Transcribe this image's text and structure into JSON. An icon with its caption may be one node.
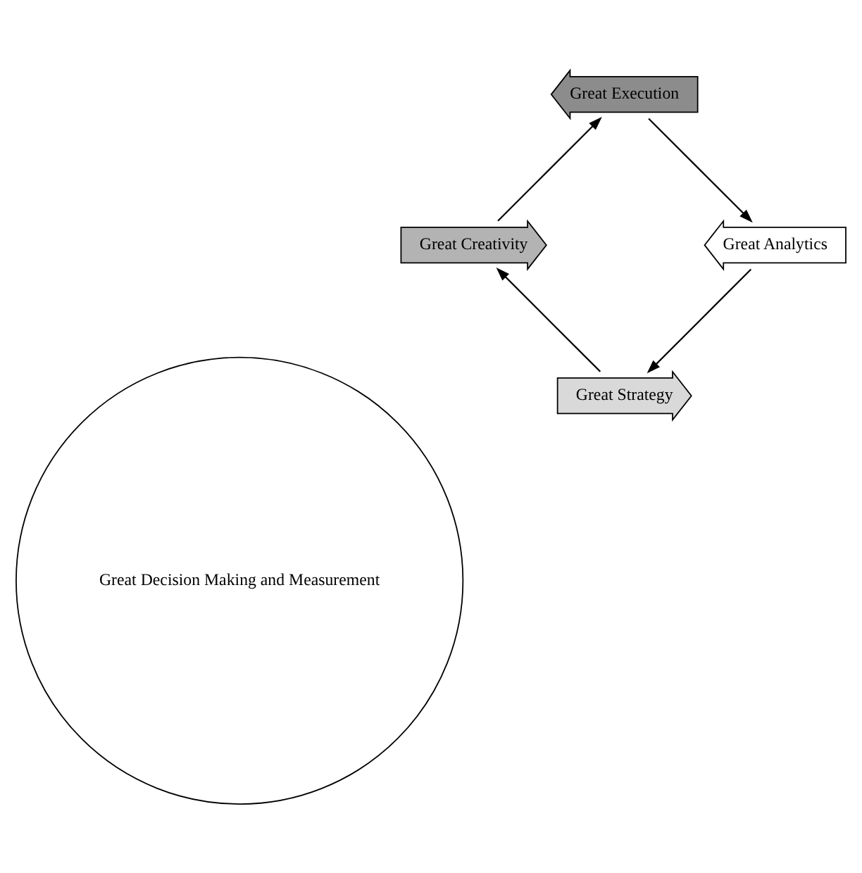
{
  "diagram": {
    "nodes": [
      {
        "text": [
          "Great Strategy"
        ]
      },
      {
        "text": [
          "Great Creativity"
        ]
      },
      {
        "text": [
          "Great Execution"
        ]
      },
      {
        "text": [
          "Great Analytics"
        ]
      },
      {
        "text": [
          "Great Decision Making and Measurement"
        ]
      }
    ],
    "edges": [
      {
        "from": 0,
        "to": 1,
        "arrow": "to"
      },
      {
        "from": 1,
        "to": 2,
        "arrow": "to"
      },
      {
        "from": 2,
        "to": 3,
        "arrow": "to"
      },
      {
        "from": 3,
        "to": 0,
        "arrow": "to"
      }
    ]
  }
}
